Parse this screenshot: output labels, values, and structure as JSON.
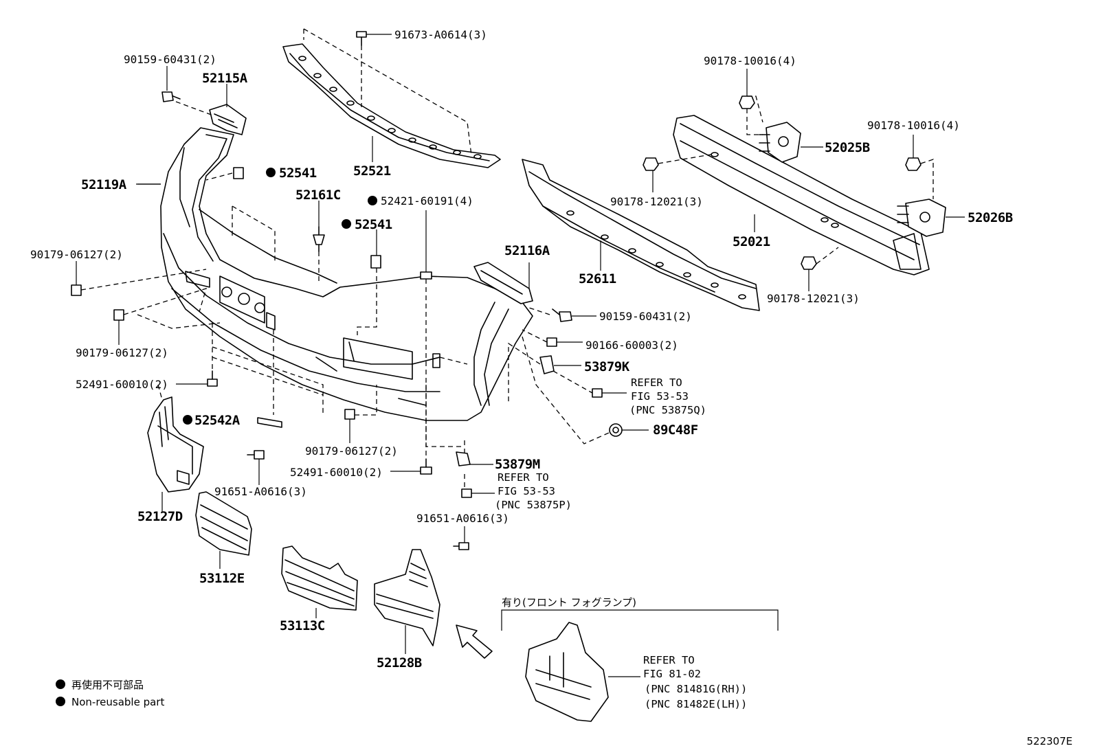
{
  "labels": {
    "p91673": "91673-A0614(3)",
    "p90159a": "90159-60431(2)",
    "p52115A": "52115A",
    "p52119A": "52119A",
    "p52541a": "52541",
    "p52521": "52521",
    "p52161C": "52161C",
    "p52421": "52421-60191(4)",
    "p52541b": "52541",
    "p90179a": "90179-06127(2)",
    "p90179b": "90179-06127(2)",
    "p52491a": "52491-60010(2)",
    "p52542A": "52542A",
    "p52127D": "52127D",
    "p91651a": "91651-A0616(3)",
    "p53112E": "53112E",
    "p53113C": "53113C",
    "p52128B": "52128B",
    "p90179c": "90179-06127(2)",
    "p52491b": "52491-60010(2)",
    "p53879M": "53879M",
    "p91651b": "91651-A0616(3)",
    "p52116A": "52116A",
    "p90159b": "90159-60431(2)",
    "p90166": "90166-60003(2)",
    "p53879K": "53879K",
    "p89C48F": "89C48F",
    "p52611": "52611",
    "p90178a": "90178-10016(4)",
    "p52025B": "52025B",
    "p90178b": "90178-12021(3)",
    "p52021": "52021",
    "p90178c": "90178-10016(4)",
    "p52026B": "52026B",
    "p90178d": "90178-12021(3)"
  },
  "refer_k": [
    "REFER TO",
    "FIG 53-53",
    "(PNC 53875Q)"
  ],
  "refer_m": [
    "REFER TO",
    "FIG 53-53",
    "(PNC 53875P)"
  ],
  "refer_fog": [
    "REFER TO",
    "FIG 81-02",
    "(PNC 81481G(RH))",
    "(PNC 81482E(LH))"
  ],
  "fog_option_label": "有り(フロント フォグランプ)",
  "legend": {
    "jp": "再使用不可部品",
    "en": "Non-reusable part"
  },
  "figure_code": "522307E"
}
